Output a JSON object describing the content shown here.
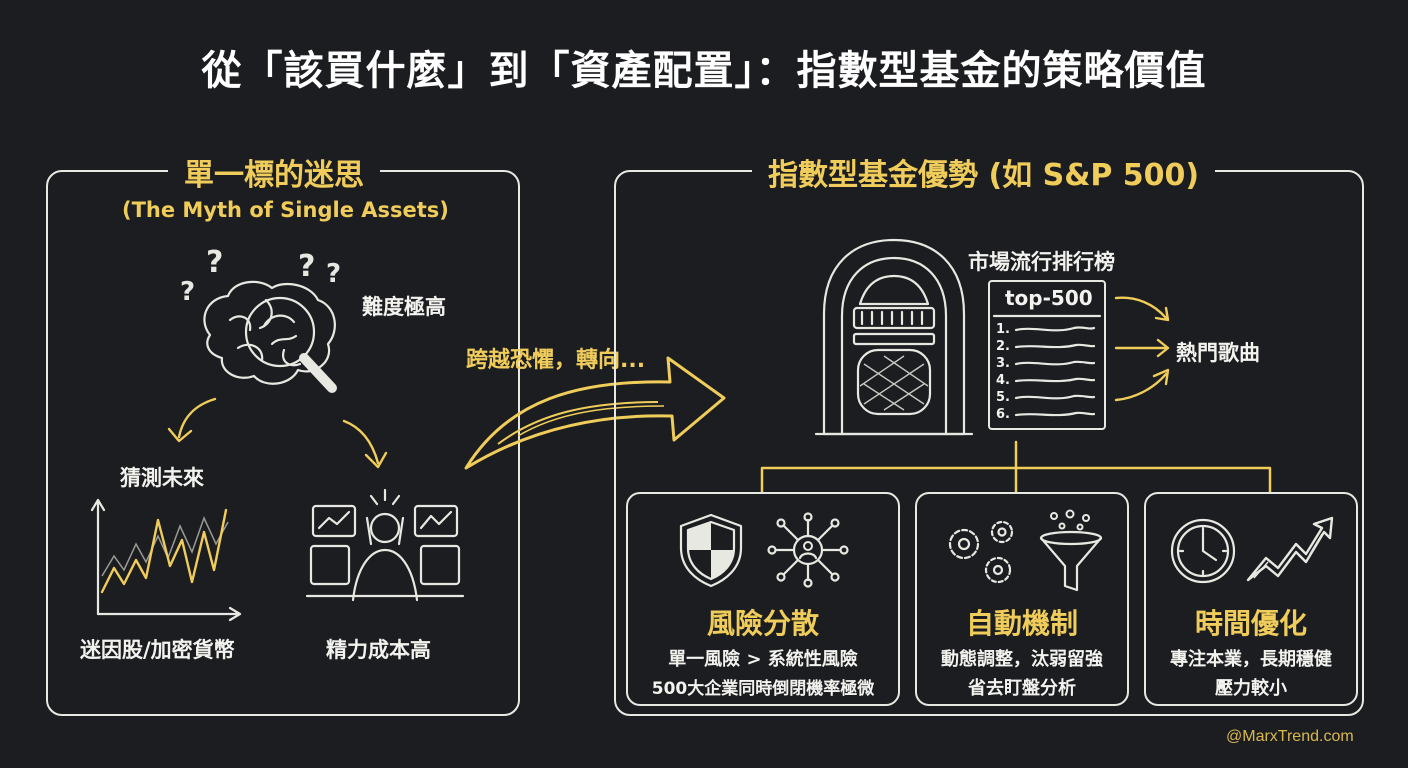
{
  "title": "從「該買什麼」到「資產配置」：指數型基金的策略價值",
  "left_panel": {
    "title": "單一標的迷思",
    "subtitle": "(The Myth of Single Assets)",
    "difficulty_label": "難度極高",
    "guess_label": "猜測未來",
    "meme_label": "迷因股/加密貨幣",
    "effort_label": "精力成本高"
  },
  "transition_label": "跨越恐懼，轉向...",
  "right_panel": {
    "title": "指數型基金優勢 (如 S&P 500)",
    "chart_title": "市場流行排行榜",
    "list_header": "top-500",
    "list_items": [
      "1.",
      "2.",
      "3.",
      "4.",
      "5.",
      "6."
    ],
    "hit_label": "熱門歌曲",
    "cards": [
      {
        "title": "風險分散",
        "lines": [
          "單一風險 > 系統性風險",
          "500大企業同時倒閉機率極微"
        ]
      },
      {
        "title": "自動機制",
        "lines": [
          "動態調整，汰弱留強",
          "省去盯盤分析"
        ]
      },
      {
        "title": "時間優化",
        "lines": [
          "專注本業，長期穩健",
          "壓力較小"
        ]
      }
    ]
  },
  "watermark": "@MarxTrend.com",
  "colors": {
    "accent": "#f0cd5a",
    "background": "#1c1d20",
    "line": "#e8e8e2"
  }
}
